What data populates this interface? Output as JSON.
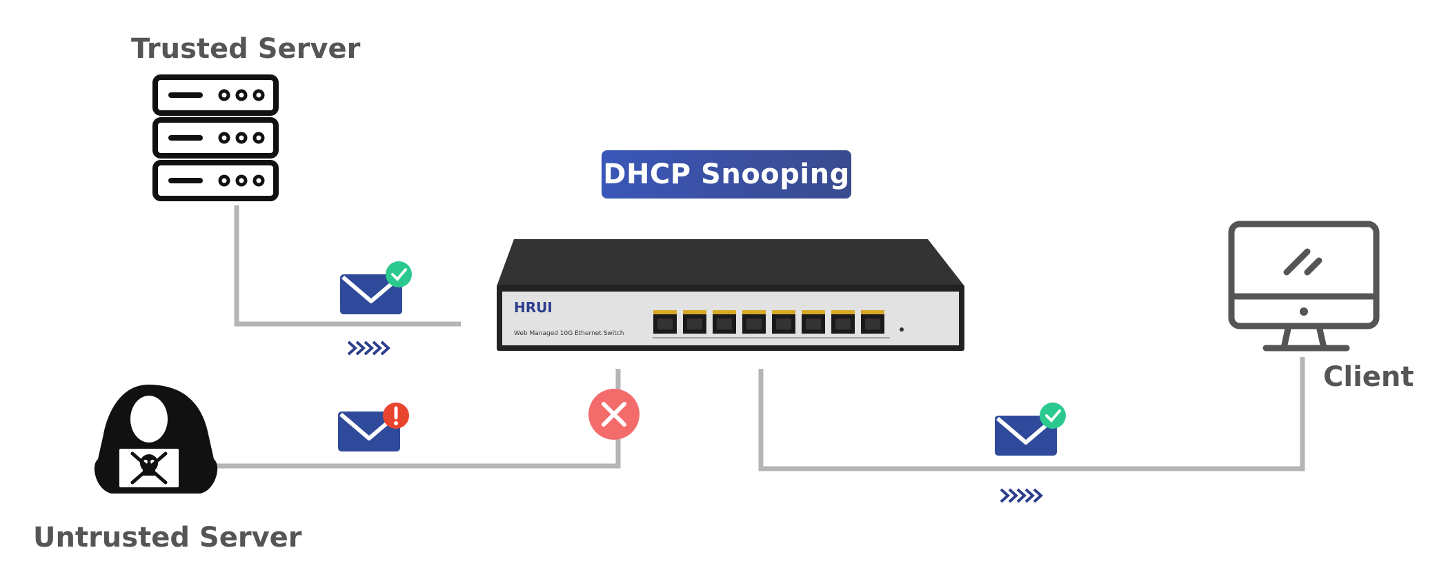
{
  "title": "DHCP Snooping",
  "nodes": {
    "trusted_server": "Trusted Server",
    "untrusted_server": "Untrusted Server",
    "client": "Client"
  },
  "switch": {
    "brand": "HRUI",
    "model": "Web Managed 10G Ethernet Switch",
    "ports": 8
  },
  "messages": {
    "trusted": "valid",
    "untrusted": "alert",
    "client": "valid"
  },
  "colors": {
    "line": "#b5b5b5",
    "badge": "#3b52a8",
    "envelope": "#2f4a9a",
    "check": "#2bc98f",
    "alert": "#e8442e",
    "block": "#f36b6b",
    "arrow": "#2c3e8c"
  },
  "icons": [
    "server-icon",
    "hacker-icon",
    "monitor-icon",
    "envelope-icon",
    "check-icon",
    "alert-icon",
    "block-x-icon",
    "arrows-icon",
    "switch-icon"
  ]
}
